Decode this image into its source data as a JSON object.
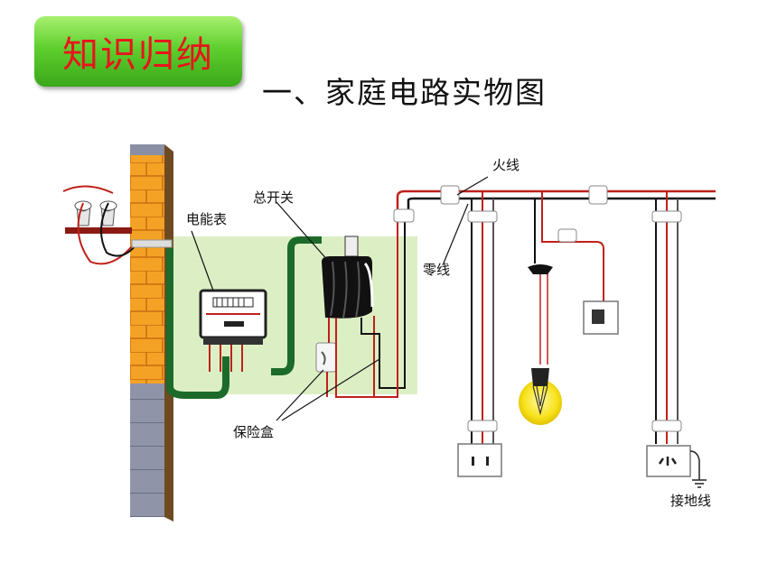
{
  "badge": {
    "text": "知识归纳"
  },
  "title": "一、家庭电路实物图",
  "labels": {
    "meter": "电能表",
    "main_switch": "总开关",
    "live_wire": "火线",
    "neutral_wire": "零线",
    "fuse_box": "保险盒",
    "ground_wire": "接地线"
  },
  "colors": {
    "live": "#c0201a",
    "neutral": "#111111",
    "green_panel": "#dcefc4",
    "brick": "#f4a225"
  }
}
